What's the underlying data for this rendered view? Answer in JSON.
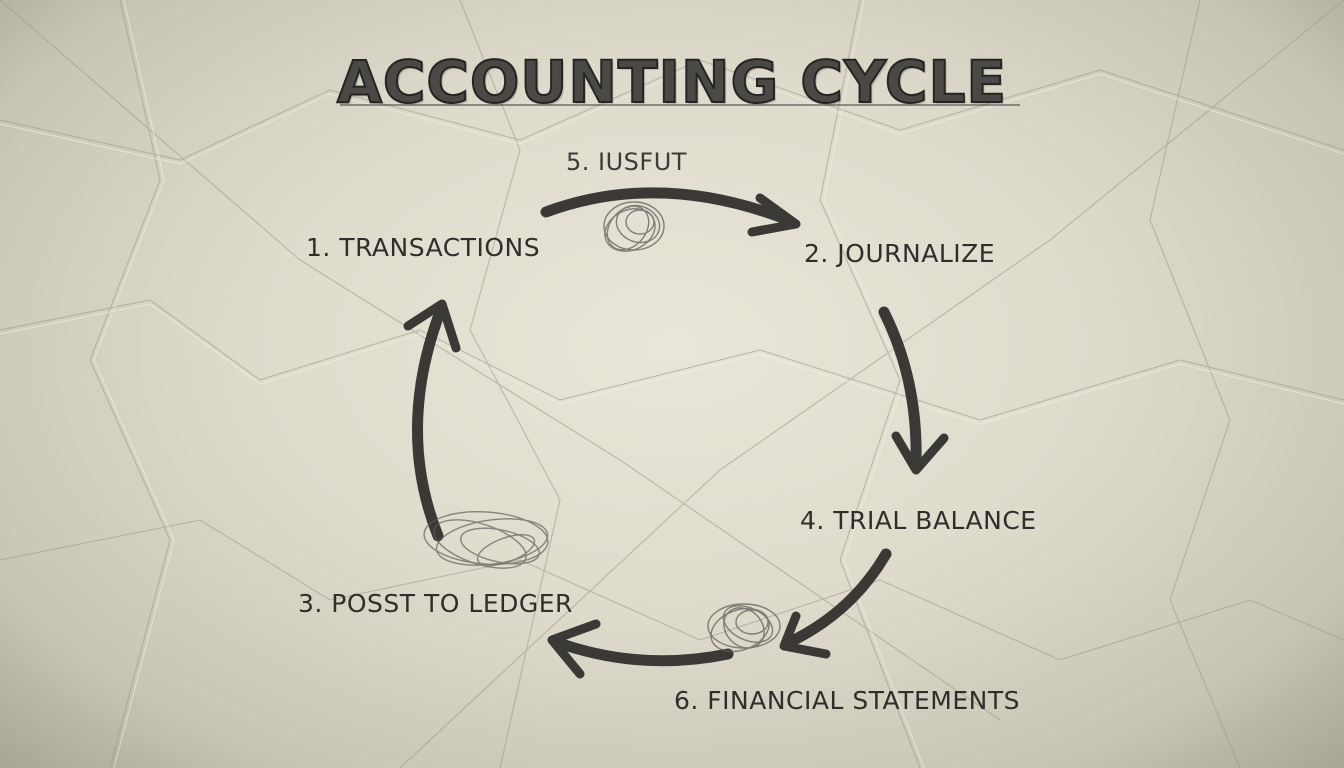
{
  "title": "ACCOUNTING CYCLE",
  "steps": [
    {
      "label": "1. TRANSACTIONS"
    },
    {
      "label": "2. JOURNALIZE"
    },
    {
      "label": "3. POSST TO LEDGER"
    },
    {
      "label": "4. TRIAL BALANCE"
    },
    {
      "label": "5. IUSFUT"
    },
    {
      "label": "6. FINANCIAL STATEMENTS"
    }
  ],
  "colors": {
    "paper": "#e4e1d4",
    "ink": "#2f2e2b",
    "pencil": "#5a5955"
  }
}
